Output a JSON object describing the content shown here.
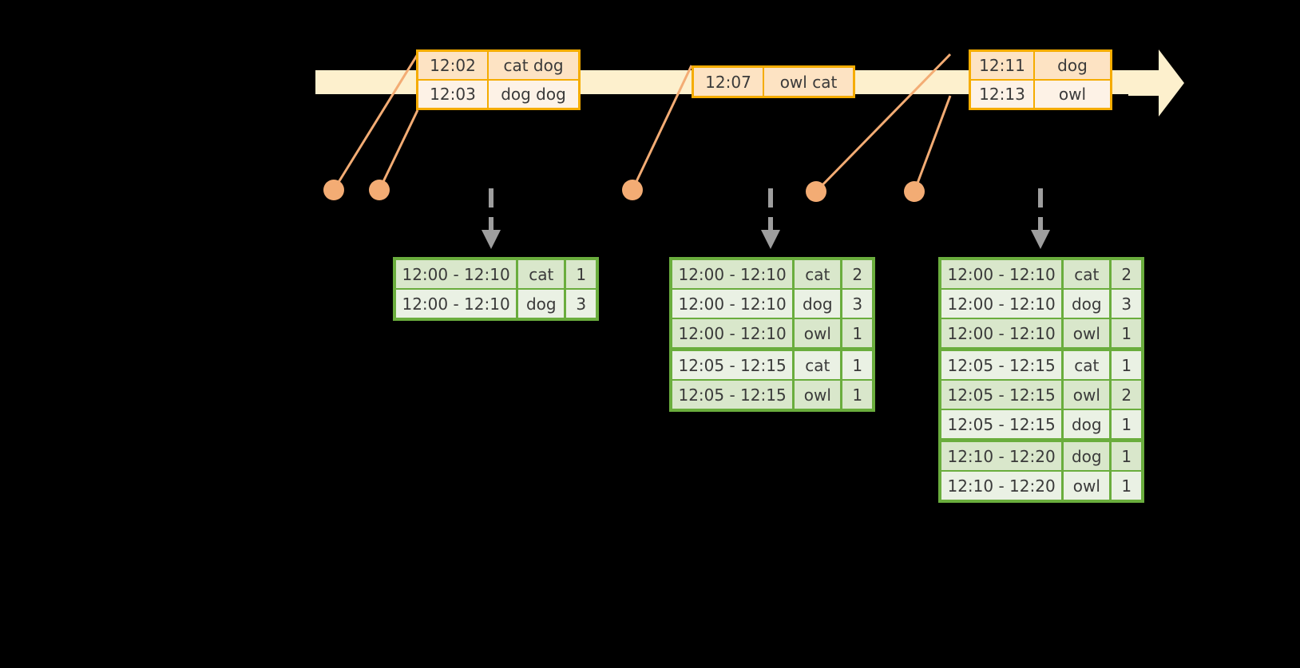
{
  "diagram": {
    "title": "windowed-event-aggregation-timeline",
    "colors": {
      "timeline_bar": "#fdf0cd",
      "event_border": "#f5ac00",
      "event_fill_dark": "#fde3c3",
      "event_fill_light": "#fdf2e6",
      "connector": "#f3ac74",
      "table_border": "#6aad3d",
      "table_fill_dark": "#d9e7cb",
      "table_fill_light": "#eaf1e4",
      "dashed_arrow": "#9e9e9e",
      "background": "#000000"
    }
  },
  "timeline": {
    "name": "event-stream-timeline",
    "arrow_direction": "right",
    "events": [
      {
        "id": "event-group-1",
        "rows": [
          {
            "time": "12:02",
            "value": "cat dog"
          },
          {
            "time": "12:03",
            "value": "dog dog"
          }
        ]
      },
      {
        "id": "event-group-2",
        "rows": [
          {
            "time": "12:07",
            "value": "owl cat"
          }
        ]
      },
      {
        "id": "event-group-3",
        "rows": [
          {
            "time": "12:11",
            "value": "dog"
          },
          {
            "time": "12:13",
            "value": "owl"
          }
        ]
      }
    ]
  },
  "tables": [
    {
      "id": "result-table-1",
      "name": "aggregation-snapshot-1",
      "rows": [
        {
          "window": "12:00 - 12:10",
          "key": "cat",
          "count": "1",
          "group": 0
        },
        {
          "window": "12:00 - 12:10",
          "key": "dog",
          "count": "3",
          "group": 0
        }
      ]
    },
    {
      "id": "result-table-2",
      "name": "aggregation-snapshot-2",
      "rows": [
        {
          "window": "12:00 - 12:10",
          "key": "cat",
          "count": "2",
          "group": 0
        },
        {
          "window": "12:00 - 12:10",
          "key": "dog",
          "count": "3",
          "group": 0
        },
        {
          "window": "12:00 - 12:10",
          "key": "owl",
          "count": "1",
          "group": 0
        },
        {
          "window": "12:05 - 12:15",
          "key": "cat",
          "count": "1",
          "group": 1
        },
        {
          "window": "12:05 - 12:15",
          "key": "owl",
          "count": "1",
          "group": 1
        }
      ]
    },
    {
      "id": "result-table-3",
      "name": "aggregation-snapshot-3",
      "rows": [
        {
          "window": "12:00 - 12:10",
          "key": "cat",
          "count": "2",
          "group": 0
        },
        {
          "window": "12:00 - 12:10",
          "key": "dog",
          "count": "3",
          "group": 0
        },
        {
          "window": "12:00 - 12:10",
          "key": "owl",
          "count": "1",
          "group": 0
        },
        {
          "window": "12:05 - 12:15",
          "key": "cat",
          "count": "1",
          "group": 1
        },
        {
          "window": "12:05 - 12:15",
          "key": "owl",
          "count": "2",
          "group": 1
        },
        {
          "window": "12:05 - 12:15",
          "key": "dog",
          "count": "1",
          "group": 1
        },
        {
          "window": "12:10 - 12:20",
          "key": "dog",
          "count": "1",
          "group": 2
        },
        {
          "window": "12:10 - 12:20",
          "key": "owl",
          "count": "1",
          "group": 2
        }
      ]
    }
  ]
}
